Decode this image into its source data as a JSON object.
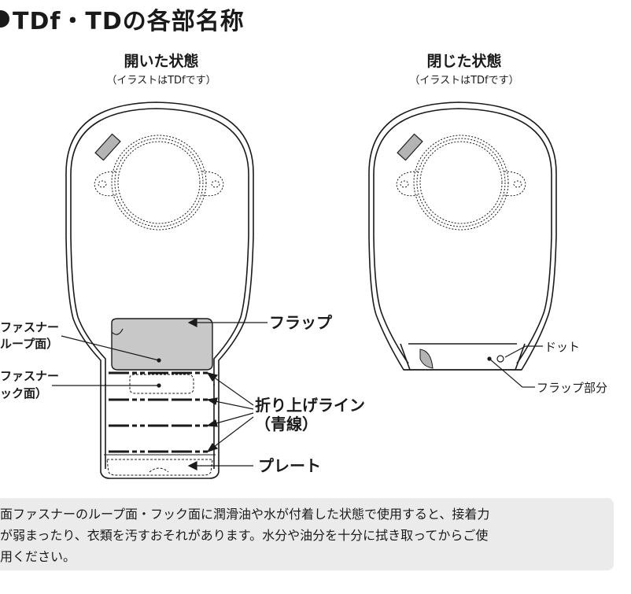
{
  "title": "TDf・TDの各部名称",
  "open": {
    "heading": "開いた状態",
    "subheading": "（イラストはTDfです）",
    "labels": {
      "loop_1": "ファスナー",
      "loop_2": "ループ面）",
      "hook_1": "ファスナー",
      "hook_2": "ック面）",
      "flap": "フラップ",
      "fold_1": "折り上げライン",
      "fold_2": "（青線）",
      "plate": "プレート"
    }
  },
  "closed": {
    "heading": "閉じた状態",
    "subheading": "（イラストはTDfです）",
    "labels": {
      "dot": "ドット",
      "flap_part": "フラップ部分"
    }
  },
  "note": {
    "lines": [
      "面ファスナーのループ面・フック面に潤滑油や水が付着した状態で使用すると、接着力",
      "が弱まったり、衣類を汚すおそれがあります。水分や油分を十分に拭き取ってからご使",
      "用ください。"
    ]
  },
  "colors": {
    "ink": "#1a1a1a",
    "flap_fill": "#c8c8c8",
    "patch_fill": "#b4b4b4",
    "note_bg": "#ebebeb"
  }
}
